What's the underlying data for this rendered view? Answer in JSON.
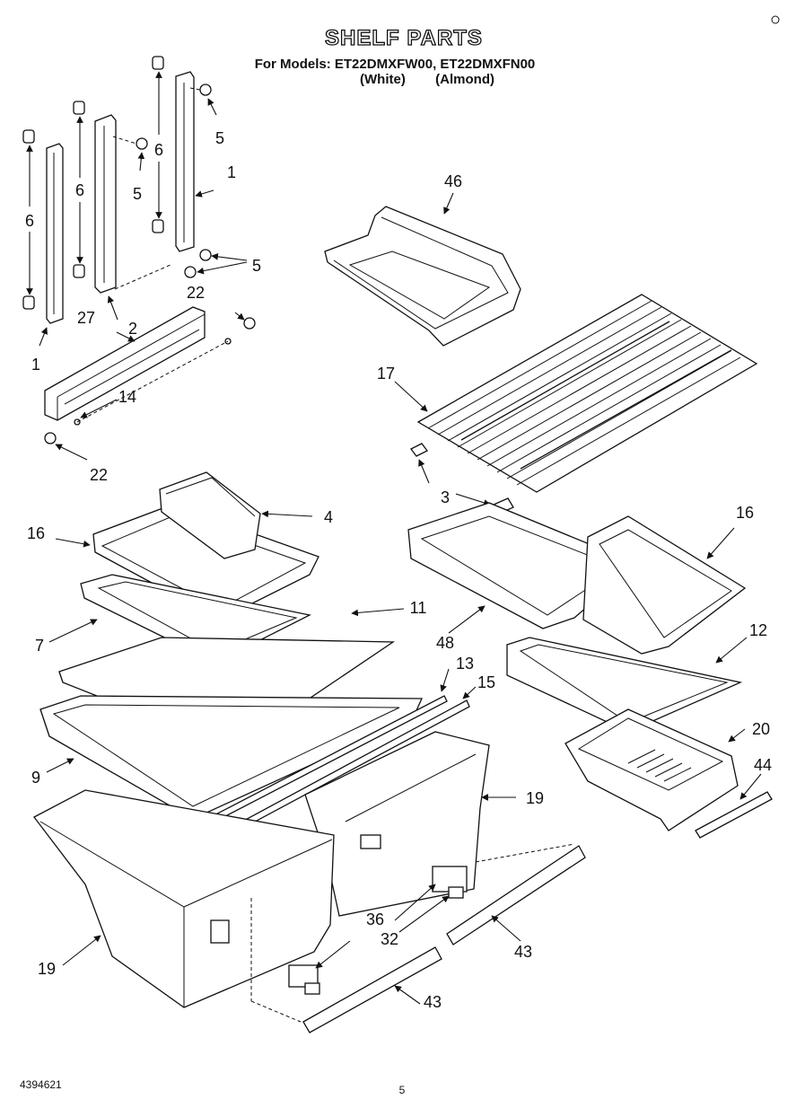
{
  "header": {
    "title": "SHELF PARTS",
    "models_line": "For Models: ET22DMXFW00, ET22DMXFN00",
    "colors_line": "(White)        (Almond)"
  },
  "footer": {
    "doc_number": "4394621",
    "page_number": "5"
  },
  "callouts": {
    "c1a": "1",
    "c1b": "1",
    "c2a": "2",
    "c3": "3",
    "c4": "4",
    "c5a": "5",
    "c5b": "5",
    "c5c": "5",
    "c6a": "6",
    "c6b": "6",
    "c6c": "6",
    "c7": "7",
    "c9": "9",
    "c11": "11",
    "c12": "12",
    "c13": "13",
    "c14": "14",
    "c15": "15",
    "c16a": "16",
    "c16b": "16",
    "c17": "17",
    "c19a": "19",
    "c19b": "19",
    "c20": "20",
    "c22a": "22",
    "c22b": "22",
    "c27": "27",
    "c32": "32",
    "c36": "36",
    "c43a": "43",
    "c43b": "43",
    "c44": "44",
    "c46": "46",
    "c48": "48"
  }
}
